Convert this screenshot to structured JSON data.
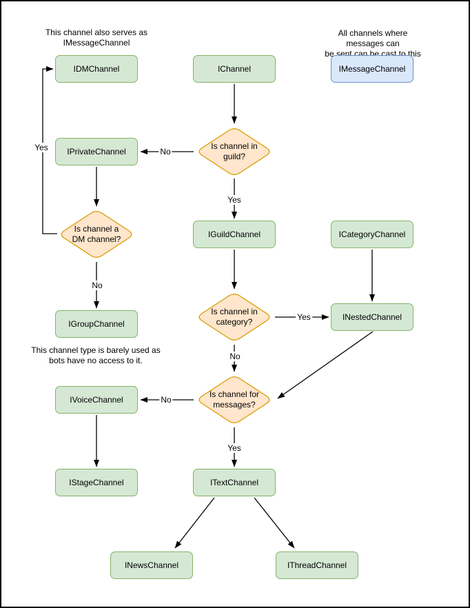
{
  "colors": {
    "background": "#ffffff",
    "frame_border": "#000000",
    "text": "#000000",
    "arrow": "#000000",
    "node_fill": "#d5e8d4",
    "node_border": "#82b366",
    "decision_fill": "#ffe6cc",
    "decision_border": "#d79b00",
    "message_fill": "#dae8fc",
    "message_border": "#6c8ebf"
  },
  "annotations": [
    {
      "text": "This channel also serves as\nIMessageChannel"
    },
    {
      "text": "All channels where messages can\nbe sent can be cast to this type."
    },
    {
      "text": "This channel type is barely used as\nbots have no access to it."
    }
  ],
  "nodes": [
    {
      "label": "IDMChannel"
    },
    {
      "label": "IChannel"
    },
    {
      "label": "IMessageChannel"
    },
    {
      "label": "IPrivateChannel"
    },
    {
      "label": "IGuildChannel"
    },
    {
      "label": "ICategoryChannel"
    },
    {
      "label": "IGroupChannel"
    },
    {
      "label": "INestedChannel"
    },
    {
      "label": "IVoiceChannel"
    },
    {
      "label": "IStageChannel"
    },
    {
      "label": "ITextChannel"
    },
    {
      "label": "INewsChannel"
    },
    {
      "label": "IThreadChannel"
    }
  ],
  "decisions": [
    {
      "label": "Is channel in\nguild?"
    },
    {
      "label": "Is channel a\nDM channel?"
    },
    {
      "label": "Is channel in\ncategory?"
    },
    {
      "label": "Is channel for\nmessages?"
    }
  ],
  "edge_labels": [
    {
      "text": "No"
    },
    {
      "text": "Yes"
    },
    {
      "text": "Yes"
    },
    {
      "text": "No"
    },
    {
      "text": "Yes"
    },
    {
      "text": "No"
    },
    {
      "text": "No"
    },
    {
      "text": "Yes"
    }
  ]
}
